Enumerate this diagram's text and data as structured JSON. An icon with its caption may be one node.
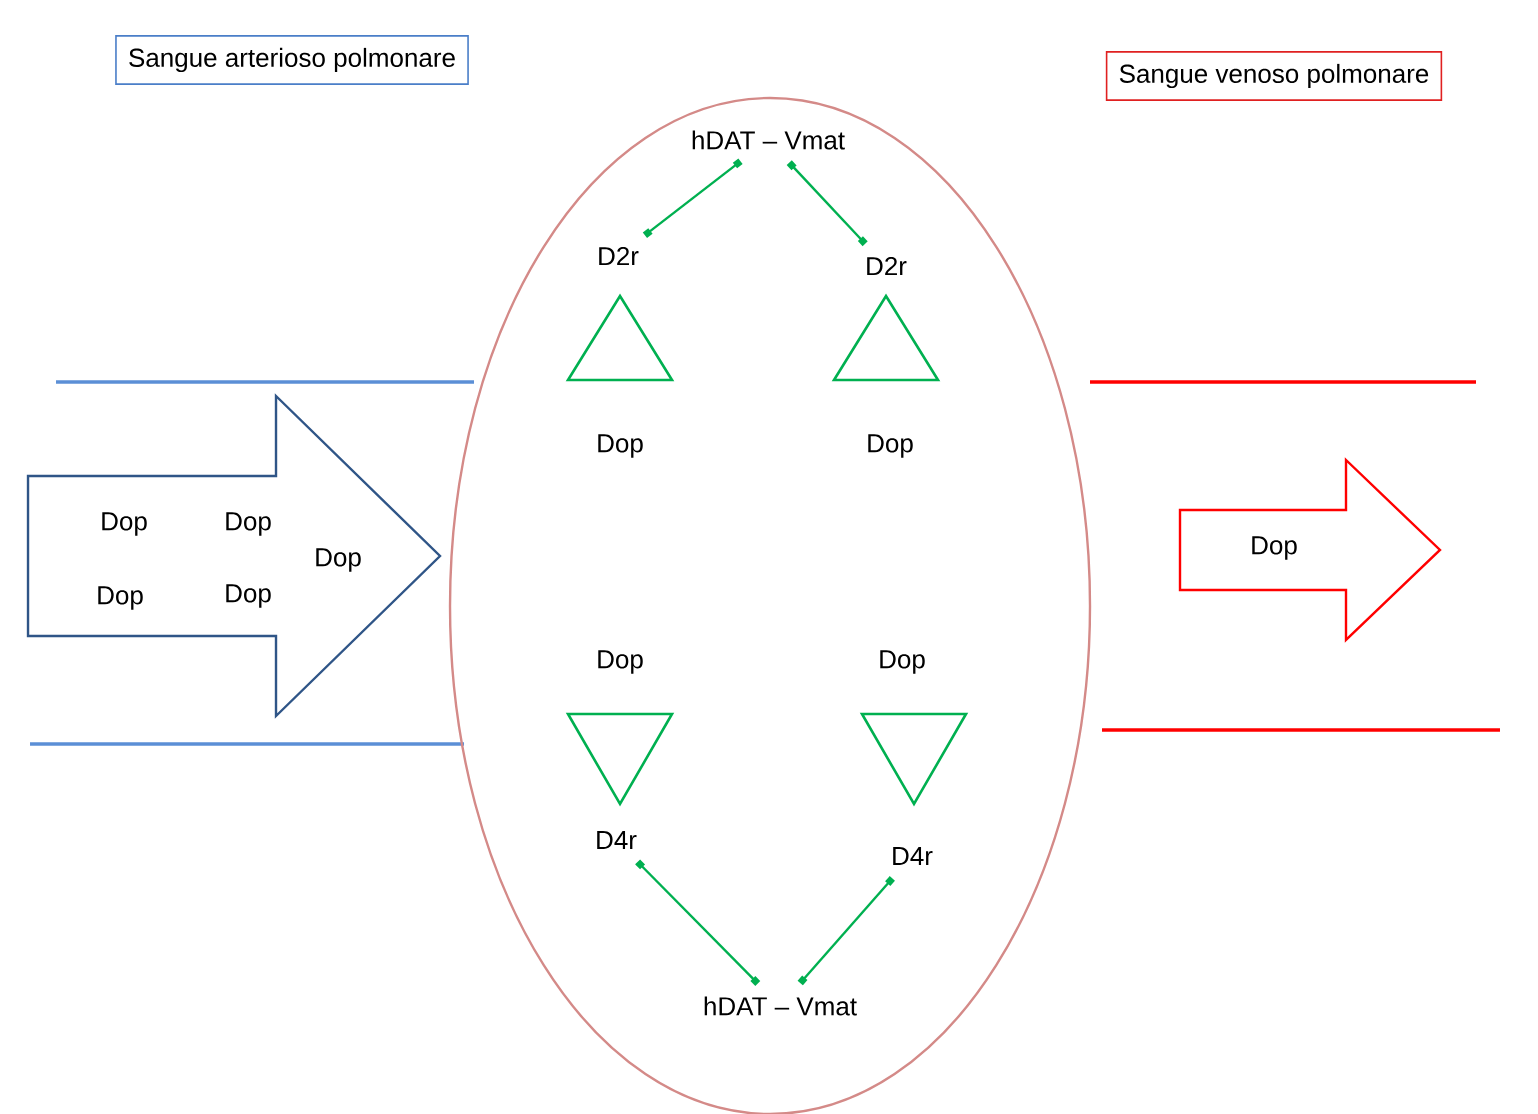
{
  "diagram": {
    "nodes": [
      {
        "text": [
          "Sangue arterioso polmonare"
        ]
      },
      {
        "text": [
          "Sangue venoso polmonare"
        ]
      },
      {
        "text": [],
        "shape": "ellipse"
      },
      {
        "text": [
          "hDAT – Vmat"
        ],
        "in": 2
      },
      {
        "text": [
          "D2r"
        ],
        "in": 2
      },
      {
        "text": [
          "D2r"
        ],
        "in": 2
      },
      {
        "text": [
          "Dop",
          "Dop",
          "Dop",
          "Dop",
          "Dop"
        ]
      },
      {
        "text": [
          "Dop"
        ]
      },
      {
        "text": [
          "D4r"
        ],
        "in": 2
      },
      {
        "text": [
          "D4r"
        ],
        "in": 2
      },
      {
        "text": [
          "hDAT – Vmat"
        ],
        "in": 2
      }
    ],
    "edges": [
      {
        "from": 3,
        "to": 4,
        "arrow": "other"
      },
      {
        "from": 3,
        "to": 5,
        "arrow": "other"
      },
      {
        "from": 8,
        "to": 10,
        "arrow": "other"
      },
      {
        "from": 9,
        "to": 10,
        "arrow": "other"
      }
    ],
    "labels": [
      "Dop",
      "Dop",
      "Dop",
      "Dop"
    ]
  }
}
